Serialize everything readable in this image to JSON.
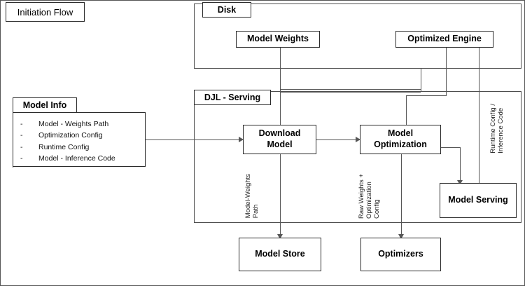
{
  "diagram": {
    "title": "Initiation Flow",
    "containers": [
      {
        "id": "disk",
        "label": "Disk"
      },
      {
        "id": "djl-serving",
        "label": "DJL - Serving"
      }
    ],
    "nodes": [
      {
        "id": "model-weights",
        "label": "Model Weights"
      },
      {
        "id": "optimized-engine",
        "label": "Optimized Engine"
      },
      {
        "id": "download-model",
        "label": "Download\nModel"
      },
      {
        "id": "model-optimization",
        "label": "Model\nOptimization"
      },
      {
        "id": "model-serving",
        "label": "Model Serving"
      },
      {
        "id": "model-store",
        "label": "Model Store"
      },
      {
        "id": "optimizers",
        "label": "Optimizers"
      }
    ],
    "model_info": {
      "title": "Model Info",
      "items": [
        {
          "bullet": "-",
          "text": "Model - Weights Path"
        },
        {
          "bullet": "-",
          "text": "Optimization Config"
        },
        {
          "bullet": "-",
          "text": "Runtime Config"
        },
        {
          "bullet": "-",
          "text": "Model - Inference Code"
        }
      ]
    },
    "edge_labels": [
      {
        "id": "model-weights-path",
        "text": "Model-Weights\nPath"
      },
      {
        "id": "raw-weights-optimization-config",
        "text": "Raw Weights +\nOptimization\nConfig"
      },
      {
        "id": "runtime-config-inference-code",
        "text": "Runtime Config /\nInference Code"
      }
    ],
    "colors": {
      "node_border": "#2b2b2b",
      "connector": "#555555",
      "container_border": "#4d4d4d",
      "background": "#ffffff",
      "text": "#000000"
    }
  }
}
